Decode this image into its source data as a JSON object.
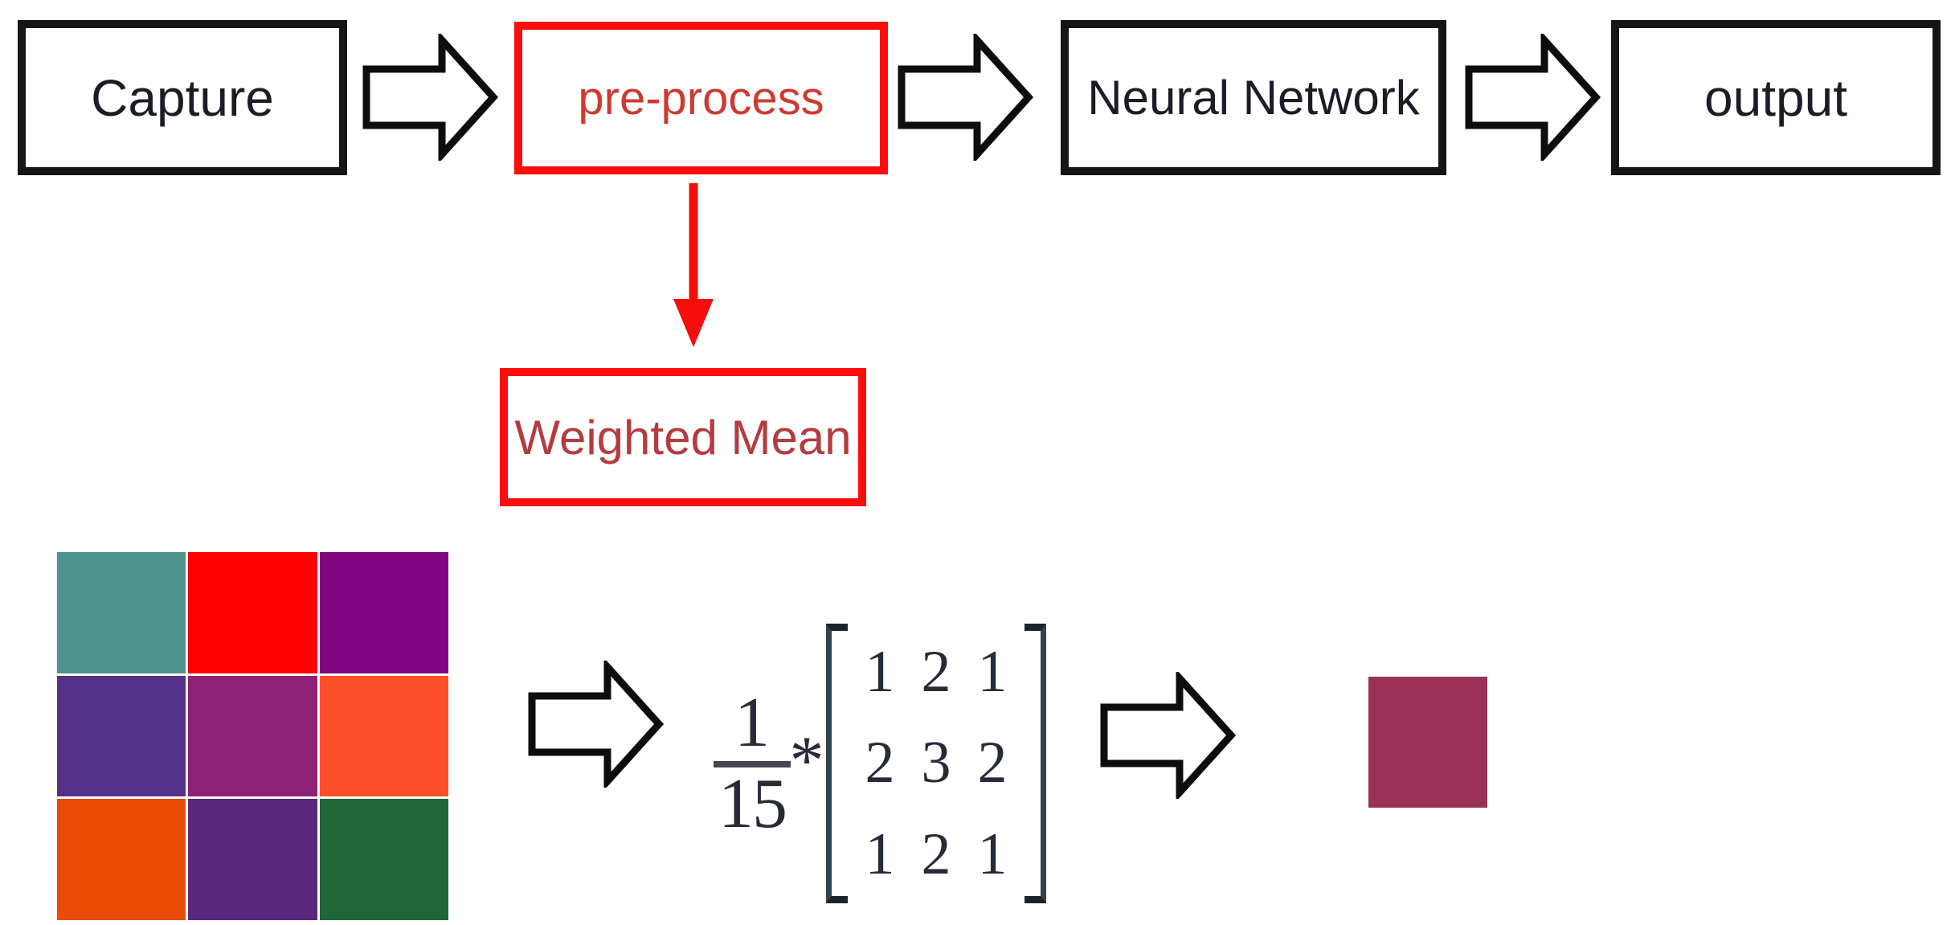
{
  "flow": {
    "boxes": [
      {
        "label": "Capture",
        "style": "black"
      },
      {
        "label": "pre-process",
        "style": "red"
      },
      {
        "label": "Neural Network",
        "style": "black"
      },
      {
        "label": "output",
        "style": "black"
      }
    ]
  },
  "detail": {
    "label": "Weighted Mean"
  },
  "kernel": {
    "numerator": "1",
    "denominator": "15",
    "multiply": "*",
    "matrix": [
      [
        "1",
        "2",
        "1"
      ],
      [
        "2",
        "3",
        "2"
      ],
      [
        "1",
        "2",
        "1"
      ]
    ]
  },
  "pixel_grid": {
    "rows": [
      [
        "#4f948c",
        "#fe0000",
        "#800380"
      ],
      [
        "#543189",
        "#8e2175",
        "#fe4f2b"
      ],
      [
        "#ea4b06",
        "#5a287a",
        "#206637"
      ]
    ]
  },
  "result": {
    "color": "#993256"
  },
  "palette": {
    "box_border_black": "#151515",
    "box_border_red": "#fb0d0c",
    "flow_text_dark": "#1c1c26",
    "preprocess_text_red": "#cd3a31",
    "weighted_mean_text_red": "#b43b3e",
    "down_arrow_red": "#f70d0c",
    "arrow_outline": "#0d0d0d",
    "math_text": "#262b38"
  }
}
